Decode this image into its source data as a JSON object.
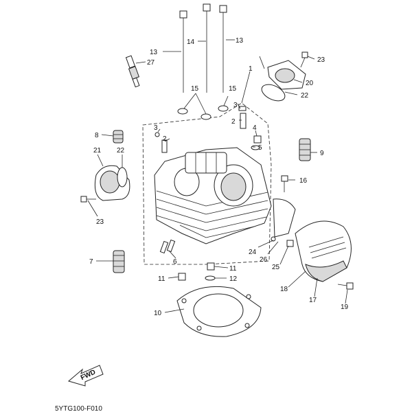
{
  "diagram": {
    "code": "5YTG100-F010",
    "fwd_label": "FWD",
    "callouts": [
      {
        "id": "c1",
        "text": "1"
      },
      {
        "id": "c2a",
        "text": "2"
      },
      {
        "id": "c2b",
        "text": "2"
      },
      {
        "id": "c3a",
        "text": "3"
      },
      {
        "id": "c3b",
        "text": "3"
      },
      {
        "id": "c4",
        "text": "4"
      },
      {
        "id": "c5",
        "text": "5"
      },
      {
        "id": "c6",
        "text": "6"
      },
      {
        "id": "c7",
        "text": "7"
      },
      {
        "id": "c8",
        "text": "8"
      },
      {
        "id": "c9",
        "text": "9"
      },
      {
        "id": "c10",
        "text": "10"
      },
      {
        "id": "c11a",
        "text": "11"
      },
      {
        "id": "c11b",
        "text": "11"
      },
      {
        "id": "c12",
        "text": "12"
      },
      {
        "id": "c13a",
        "text": "13"
      },
      {
        "id": "c13b",
        "text": "13"
      },
      {
        "id": "c14",
        "text": "14"
      },
      {
        "id": "c15a",
        "text": "15"
      },
      {
        "id": "c15b",
        "text": "15"
      },
      {
        "id": "c16",
        "text": "16"
      },
      {
        "id": "c17",
        "text": "17"
      },
      {
        "id": "c18",
        "text": "18"
      },
      {
        "id": "c19",
        "text": "19"
      },
      {
        "id": "c20",
        "text": "20"
      },
      {
        "id": "c21",
        "text": "21"
      },
      {
        "id": "c22a",
        "text": "22"
      },
      {
        "id": "c22b",
        "text": "22"
      },
      {
        "id": "c23a",
        "text": "23"
      },
      {
        "id": "c23b",
        "text": "23"
      },
      {
        "id": "c24",
        "text": "24"
      },
      {
        "id": "c25",
        "text": "25"
      },
      {
        "id": "c26",
        "text": "26"
      },
      {
        "id": "c27",
        "text": "27"
      }
    ]
  }
}
